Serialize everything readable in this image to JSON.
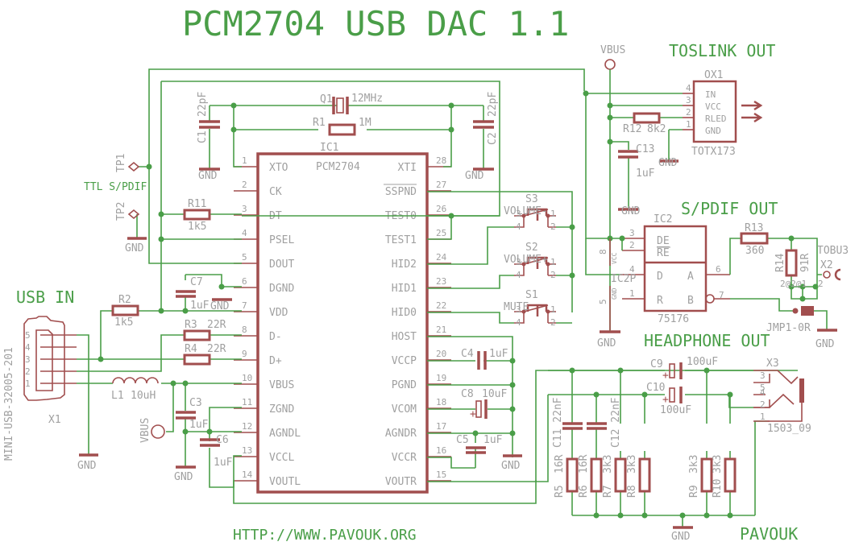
{
  "title": "PCM2704 USB DAC 1.1",
  "sections": {
    "usb_in": "USB IN",
    "toslink_out": "TOSLINK OUT",
    "spdif_out": "S/PDIF OUT",
    "headphone_out": "HEADPHONE OUT",
    "ttl_spdif": "TTL S/PDIF"
  },
  "footer": {
    "url": "HTTP://WWW.PAVOUK.ORG",
    "author": "PAVOUK"
  },
  "ic1": {
    "ref": "IC1",
    "part": "PCM2704",
    "left_pins": [
      {
        "num": "1",
        "name": "XTO"
      },
      {
        "num": "2",
        "name": "CK"
      },
      {
        "num": "3",
        "name": "DT"
      },
      {
        "num": "4",
        "name": "PSEL"
      },
      {
        "num": "5",
        "name": "DOUT"
      },
      {
        "num": "6",
        "name": "DGND"
      },
      {
        "num": "7",
        "name": "VDD"
      },
      {
        "num": "8",
        "name": "D-"
      },
      {
        "num": "9",
        "name": "D+"
      },
      {
        "num": "10",
        "name": "VBUS"
      },
      {
        "num": "11",
        "name": "ZGND"
      },
      {
        "num": "12",
        "name": "AGNDL"
      },
      {
        "num": "13",
        "name": "VCCL"
      },
      {
        "num": "14",
        "name": "VOUTL"
      }
    ],
    "right_pins": [
      {
        "num": "28",
        "name": "XTI"
      },
      {
        "num": "27",
        "name": "SSPND"
      },
      {
        "num": "26",
        "name": "TEST0"
      },
      {
        "num": "25",
        "name": "TEST1"
      },
      {
        "num": "24",
        "name": "HID2"
      },
      {
        "num": "23",
        "name": "HID1"
      },
      {
        "num": "22",
        "name": "HID0"
      },
      {
        "num": "21",
        "name": "HOST"
      },
      {
        "num": "20",
        "name": "VCCP"
      },
      {
        "num": "19",
        "name": "PGND"
      },
      {
        "num": "18",
        "name": "VCOM"
      },
      {
        "num": "17",
        "name": "AGNDR"
      },
      {
        "num": "16",
        "name": "VCCR"
      },
      {
        "num": "15",
        "name": "VOUTR"
      }
    ]
  },
  "components": {
    "q1": {
      "ref": "Q1",
      "value": "12MHz"
    },
    "r1": {
      "ref": "R1",
      "value": "1M"
    },
    "c1": {
      "ref": "C1",
      "value": "22pF"
    },
    "c2": {
      "ref": "C2",
      "value": "22pF"
    },
    "r11": {
      "ref": "R11",
      "value": "1k5"
    },
    "r2": {
      "ref": "R2",
      "value": "1k5"
    },
    "r3": {
      "ref": "R3",
      "value": "22R"
    },
    "r4": {
      "ref": "R4",
      "value": "22R"
    },
    "c7": {
      "ref": "C7",
      "value": "1uF"
    },
    "l1": {
      "ref": "L1",
      "value": "10uH"
    },
    "c3": {
      "ref": "C3",
      "value": "1uF"
    },
    "c6": {
      "ref": "C6",
      "value": "1uF"
    },
    "c4": {
      "ref": "C4",
      "value": "1uF"
    },
    "c8": {
      "ref": "C8",
      "value": "10uF"
    },
    "c5": {
      "ref": "C5",
      "value": "1uF"
    },
    "s1": {
      "ref": "S1",
      "value": "MUTE"
    },
    "s2": {
      "ref": "S2",
      "value": "VOLUME+"
    },
    "s3": {
      "ref": "S3",
      "value": "VOLUME-"
    },
    "tp1": {
      "ref": "TP1"
    },
    "tp2": {
      "ref": "TP2"
    },
    "x1": {
      "ref": "X1",
      "value": "MINI-USB-32005-201",
      "pins": [
        "5",
        "4",
        "3",
        "2",
        "1"
      ]
    },
    "vbus": {
      "ref": "VBUS"
    },
    "ox1": {
      "ref": "OX1",
      "value": "TOTX173",
      "pins": [
        {
          "num": "4",
          "name": "IN"
        },
        {
          "num": "3",
          "name": "VCC"
        },
        {
          "num": "2",
          "name": "RLED"
        },
        {
          "num": "1",
          "name": "GND"
        }
      ]
    },
    "r12": {
      "ref": "R12",
      "value": "8k2"
    },
    "c13": {
      "ref": "C13",
      "value": "1uF"
    },
    "ic2": {
      "ref": "IC2",
      "value": "75176",
      "power_ref": "IC2P",
      "vcc": "VCC",
      "gnd": "GND",
      "vcc_pin": "8",
      "gnd_pin": "5",
      "pins": {
        "de": "DE",
        "re": "RE",
        "d": "D",
        "r": "R",
        "a": "A",
        "b": "B",
        "p3": "3",
        "p2": "2",
        "p4": "4",
        "p1": "1",
        "p6": "6",
        "p7": "7"
      }
    },
    "r13": {
      "ref": "R13",
      "value": "360"
    },
    "r14": {
      "ref": "R14",
      "value": "91R"
    },
    "x2": {
      "ref": "X2",
      "value": "TOBU3",
      "pin_labels": "2@2@1",
      "p1": "1",
      "p2": "2"
    },
    "jmp1": {
      "ref": "JMP1-0R"
    },
    "c9": {
      "ref": "C9",
      "value": "100uF"
    },
    "c10": {
      "ref": "C10",
      "value": "100uF"
    },
    "c11": {
      "ref": "C11",
      "value": "22nF"
    },
    "c12": {
      "ref": "C12",
      "value": "22nF"
    },
    "r5": {
      "ref": "R5",
      "value": "16R"
    },
    "r6": {
      "ref": "R6",
      "value": "16R"
    },
    "r7": {
      "ref": "R7",
      "value": "3k3"
    },
    "r8": {
      "ref": "R8",
      "value": "3k3"
    },
    "r9": {
      "ref": "R9",
      "value": "3k3"
    },
    "r10": {
      "ref": "R10",
      "value": "3k3"
    },
    "x3": {
      "ref": "X3",
      "value": "1503_09",
      "pins": [
        "3",
        "5",
        "4",
        "2",
        "1"
      ]
    }
  },
  "gnd_label": "GND",
  "plus": "+"
}
